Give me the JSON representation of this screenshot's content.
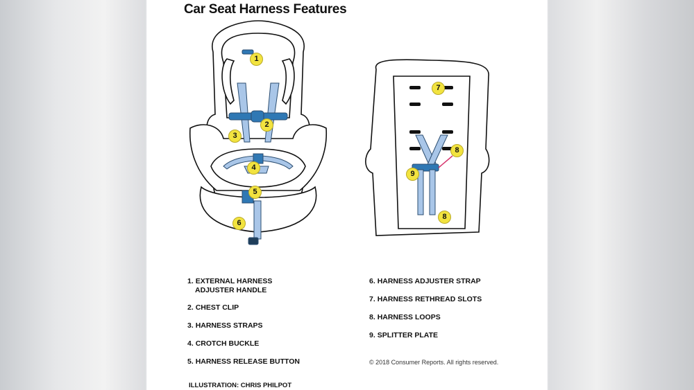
{
  "title": "Car Seat Harness Features",
  "badges": {
    "b1": "1",
    "b2": "2",
    "b3": "3",
    "b4": "4",
    "b5": "5",
    "b6": "6",
    "b7": "7",
    "b8a": "8",
    "b8b": "8",
    "b9": "9"
  },
  "legend_left": [
    {
      "num": "1.",
      "line1": "EXTERNAL HARNESS",
      "line2": "ADJUSTER HANDLE"
    },
    {
      "num": "2.",
      "line1": "CHEST CLIP"
    },
    {
      "num": "3.",
      "line1": "HARNESS STRAPS"
    },
    {
      "num": "4.",
      "line1": "CROTCH BUCKLE"
    },
    {
      "num": "5.",
      "line1": "HARNESS RELEASE BUTTON"
    }
  ],
  "legend_right": [
    {
      "num": "6.",
      "line1": "HARNESS ADJUSTER STRAP"
    },
    {
      "num": "7.",
      "line1": "HARNESS RETHREAD SLOTS"
    },
    {
      "num": "8.",
      "line1": "HARNESS LOOPS"
    },
    {
      "num": "9.",
      "line1": "SPLITTER PLATE"
    }
  ],
  "copyright": "© 2018 Consumer Reports. All rights reserved.",
  "credit": "ILLUSTRATION: CHRIS PHILPOT",
  "colors": {
    "strap": "#a9c6e8",
    "hardware": "#2f78b4",
    "badge": "#f2e33f"
  }
}
